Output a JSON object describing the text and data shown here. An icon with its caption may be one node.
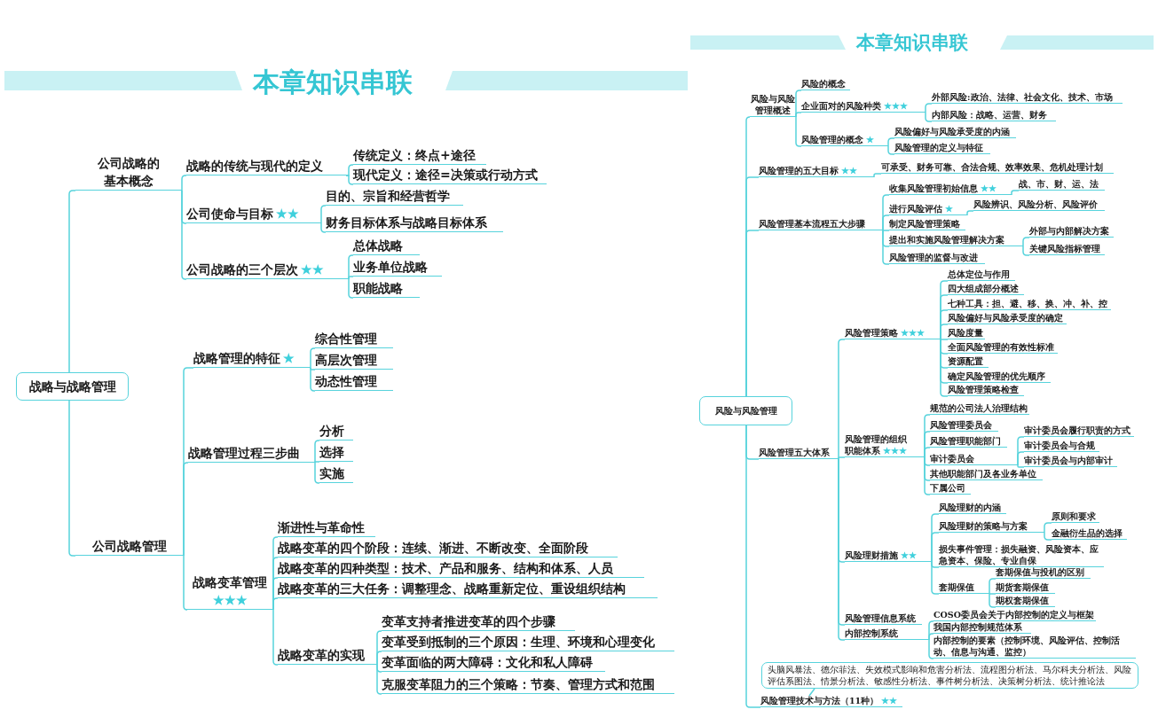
{
  "diagram": {
    "title": "本章知识串联",
    "nodes": [
      {
        "text": [
          "战略与战略管理"
        ]
      },
      {
        "text": [
          "公司战略的基本概念"
        ]
      },
      {
        "text": [
          "战略的传统与现代的定义"
        ]
      },
      {
        "text": [
          "传统定义：终点+途径"
        ]
      },
      {
        "text": [
          "现代定义：途径=决策或行动方式"
        ]
      },
      {
        "text": [
          "公司使命与目标",
          "★★"
        ]
      },
      {
        "text": [
          "目的、宗旨和经营哲学"
        ]
      },
      {
        "text": [
          "财务目标体系与战略目标体系"
        ]
      },
      {
        "text": [
          "公司战略的三个层次",
          "★★"
        ]
      },
      {
        "text": [
          "总体战略"
        ]
      },
      {
        "text": [
          "业务单位战略"
        ]
      },
      {
        "text": [
          "职能战略"
        ]
      },
      {
        "text": [
          "公司战略管理"
        ]
      },
      {
        "text": [
          "战略管理的特征",
          "★"
        ]
      },
      {
        "text": [
          "综合性管理"
        ]
      },
      {
        "text": [
          "高层次管理"
        ]
      },
      {
        "text": [
          "动态性管理"
        ]
      },
      {
        "text": [
          "战略管理过程三步曲"
        ]
      },
      {
        "text": [
          "分析"
        ]
      },
      {
        "text": [
          "选择"
        ]
      },
      {
        "text": [
          "实施"
        ]
      },
      {
        "text": [
          "战略变革管理",
          "★★★"
        ]
      },
      {
        "text": [
          "渐进性与革命性"
        ]
      },
      {
        "text": [
          "战略变革的四个阶段：连续、渐进、不断改变、全面阶段"
        ]
      },
      {
        "text": [
          "战略变革的四种类型：技术、产品和服务、结构和体系、人员"
        ]
      },
      {
        "text": [
          "战略变革的三大任务：调整理念、战略重新定位、重设组织结构"
        ]
      },
      {
        "text": [
          "战略变革的实现"
        ]
      },
      {
        "text": [
          "变革支持者推进变革的四个步骤"
        ]
      },
      {
        "text": [
          "变革受到抵制的三个原因：生理、环境和心理变化"
        ]
      },
      {
        "text": [
          "变革面临的两大障碍：文化和私人障碍"
        ]
      },
      {
        "text": [
          "克服变革阻力的三个策略：节奏、管理方式和范围"
        ]
      },
      {
        "text": [
          "风险与风险管理"
        ]
      },
      {
        "text": [
          "风险与风险管理概述"
        ]
      },
      {
        "text": [
          "风险的概念"
        ]
      },
      {
        "text": [
          "企业面对的风险种类",
          "★★★"
        ]
      },
      {
        "text": [
          "外部风险:政治、法律、社会文化、技术、市场"
        ]
      },
      {
        "text": [
          "内部风险：战略、运营、财务"
        ]
      },
      {
        "text": [
          "风险管理的概念",
          "★"
        ]
      },
      {
        "text": [
          "风险偏好与风险承受度的内涵"
        ]
      },
      {
        "text": [
          "风险管理的定义与特征"
        ]
      },
      {
        "text": [
          "风险管理的五大目标",
          "★★"
        ]
      },
      {
        "text": [
          "可承受、财务可靠、合法合规、效率效果、危机处理计划"
        ]
      },
      {
        "text": [
          "风险管理基本流程五大步骤"
        ]
      },
      {
        "text": [
          "收集风险管理初始信息",
          "★★"
        ]
      },
      {
        "text": [
          "战、市、财、运、法"
        ]
      },
      {
        "text": [
          "进行风险评估",
          "★"
        ]
      },
      {
        "text": [
          "风险辨识、风险分析、风险评价"
        ]
      },
      {
        "text": [
          "制定风险管理策略"
        ]
      },
      {
        "text": [
          "提出和实施风险管理解决方案"
        ]
      },
      {
        "text": [
          "外部与内部解决方案"
        ]
      },
      {
        "text": [
          "关键风险指标管理"
        ]
      },
      {
        "text": [
          "风险管理的监督与改进"
        ]
      },
      {
        "text": [
          "风险管理五大体系"
        ]
      },
      {
        "text": [
          "风险管理策略",
          "★★★"
        ]
      },
      {
        "text": [
          "总体定位与作用"
        ]
      },
      {
        "text": [
          "四大组成部分概述"
        ]
      },
      {
        "text": [
          "七种工具：担、避、移、换、冲、补、控"
        ]
      },
      {
        "text": [
          "风险偏好与风险承受度的确定"
        ]
      },
      {
        "text": [
          "风险度量"
        ]
      },
      {
        "text": [
          "全面风险管理的有效性标准"
        ]
      },
      {
        "text": [
          "资源配置"
        ]
      },
      {
        "text": [
          "确定风险管理的优先顺序"
        ]
      },
      {
        "text": [
          "风险管理策略检查"
        ]
      },
      {
        "text": [
          "风险管理的组织职能体系",
          "★★★"
        ]
      },
      {
        "text": [
          "规范的公司法人治理结构"
        ]
      },
      {
        "text": [
          "风险管理委员会"
        ]
      },
      {
        "text": [
          "风险管理职能部门"
        ]
      },
      {
        "text": [
          "审计委员会"
        ]
      },
      {
        "text": [
          "审计委员会履行职责的方式"
        ]
      },
      {
        "text": [
          "审计委员会与合规"
        ]
      },
      {
        "text": [
          "审计委员会与内部审计"
        ]
      },
      {
        "text": [
          "其他职能部门及各业务单位"
        ]
      },
      {
        "text": [
          "下属公司"
        ]
      },
      {
        "text": [
          "风险理财措施",
          "★★"
        ]
      },
      {
        "text": [
          "风险理财的内涵"
        ]
      },
      {
        "text": [
          "风险理财的策略与方案"
        ]
      },
      {
        "text": [
          "原则和要求"
        ]
      },
      {
        "text": [
          "金融衍生品的选择"
        ]
      },
      {
        "text": [
          "损失事件管理：损失融资、风险资本、应急资本、保险、专业自保"
        ]
      },
      {
        "text": [
          "套期保值"
        ]
      },
      {
        "text": [
          "套期保值与投机的区别"
        ]
      },
      {
        "text": [
          "期货套期保值"
        ]
      },
      {
        "text": [
          "期权套期保值"
        ]
      },
      {
        "text": [
          "风险管理信息系统"
        ]
      },
      {
        "text": [
          "内部控制系统"
        ]
      },
      {
        "text": [
          "COSO委员会关于内部控制的定义与框架"
        ]
      },
      {
        "text": [
          "我国内部控制规范体系"
        ]
      },
      {
        "text": [
          "内部控制的要素（控制环境、风险评估、控制活动、信息与沟通、监控）"
        ]
      },
      {
        "text": [
          "风险管理技术与方法（11种）",
          "★★"
        ]
      },
      {
        "text": [
          "头脑风暴法、德尔菲法、失效模式影响和危害分析法、流程图分析法、马尔科夫分析法、风险评估系图法、情景分析法、敏感性分析法、事件树分析法、决策树分析法、统计推论法"
        ]
      }
    ],
    "edges": [
      {
        "from": 0,
        "to": 1,
        "arrow": "none"
      },
      {
        "from": 1,
        "to": 2,
        "arrow": "none"
      },
      {
        "from": 2,
        "to": 3,
        "arrow": "none"
      },
      {
        "from": 2,
        "to": 4,
        "arrow": "none"
      },
      {
        "from": 1,
        "to": 5,
        "arrow": "none"
      },
      {
        "from": 5,
        "to": 6,
        "arrow": "none"
      },
      {
        "from": 5,
        "to": 7,
        "arrow": "none"
      },
      {
        "from": 1,
        "to": 8,
        "arrow": "none"
      },
      {
        "from": 8,
        "to": 9,
        "arrow": "none"
      },
      {
        "from": 8,
        "to": 10,
        "arrow": "none"
      },
      {
        "from": 8,
        "to": 11,
        "arrow": "none"
      },
      {
        "from": 0,
        "to": 12,
        "arrow": "none"
      },
      {
        "from": 12,
        "to": 13,
        "arrow": "none"
      },
      {
        "from": 13,
        "to": 14,
        "arrow": "none"
      },
      {
        "from": 13,
        "to": 15,
        "arrow": "none"
      },
      {
        "from": 13,
        "to": 16,
        "arrow": "none"
      },
      {
        "from": 12,
        "to": 17,
        "arrow": "none"
      },
      {
        "from": 17,
        "to": 18,
        "arrow": "none"
      },
      {
        "from": 17,
        "to": 19,
        "arrow": "none"
      },
      {
        "from": 17,
        "to": 20,
        "arrow": "none"
      },
      {
        "from": 12,
        "to": 21,
        "arrow": "none"
      },
      {
        "from": 21,
        "to": 22,
        "arrow": "none"
      },
      {
        "from": 21,
        "to": 23,
        "arrow": "none"
      },
      {
        "from": 21,
        "to": 24,
        "arrow": "none"
      },
      {
        "from": 21,
        "to": 25,
        "arrow": "none"
      },
      {
        "from": 21,
        "to": 26,
        "arrow": "none"
      },
      {
        "from": 26,
        "to": 27,
        "arrow": "none"
      },
      {
        "from": 26,
        "to": 28,
        "arrow": "none"
      },
      {
        "from": 26,
        "to": 29,
        "arrow": "none"
      },
      {
        "from": 26,
        "to": 30,
        "arrow": "none"
      },
      {
        "from": 31,
        "to": 32,
        "arrow": "none"
      },
      {
        "from": 32,
        "to": 33,
        "arrow": "none"
      },
      {
        "from": 32,
        "to": 34,
        "arrow": "none"
      },
      {
        "from": 34,
        "to": 35,
        "arrow": "none"
      },
      {
        "from": 34,
        "to": 36,
        "arrow": "none"
      },
      {
        "from": 32,
        "to": 37,
        "arrow": "none"
      },
      {
        "from": 37,
        "to": 38,
        "arrow": "none"
      },
      {
        "from": 37,
        "to": 39,
        "arrow": "none"
      },
      {
        "from": 31,
        "to": 40,
        "arrow": "none"
      },
      {
        "from": 40,
        "to": 41,
        "arrow": "none"
      },
      {
        "from": 31,
        "to": 42,
        "arrow": "none"
      },
      {
        "from": 42,
        "to": 43,
        "arrow": "none"
      },
      {
        "from": 43,
        "to": 44,
        "arrow": "none"
      },
      {
        "from": 42,
        "to": 45,
        "arrow": "none"
      },
      {
        "from": 45,
        "to": 46,
        "arrow": "none"
      },
      {
        "from": 42,
        "to": 47,
        "arrow": "none"
      },
      {
        "from": 42,
        "to": 48,
        "arrow": "none"
      },
      {
        "from": 48,
        "to": 49,
        "arrow": "none"
      },
      {
        "from": 48,
        "to": 50,
        "arrow": "none"
      },
      {
        "from": 42,
        "to": 51,
        "arrow": "none"
      },
      {
        "from": 31,
        "to": 52,
        "arrow": "none"
      },
      {
        "from": 52,
        "to": 53,
        "arrow": "none"
      },
      {
        "from": 53,
        "to": 54,
        "arrow": "none"
      },
      {
        "from": 53,
        "to": 55,
        "arrow": "none"
      },
      {
        "from": 53,
        "to": 56,
        "arrow": "none"
      },
      {
        "from": 53,
        "to": 57,
        "arrow": "none"
      },
      {
        "from": 53,
        "to": 58,
        "arrow": "none"
      },
      {
        "from": 53,
        "to": 59,
        "arrow": "none"
      },
      {
        "from": 53,
        "to": 60,
        "arrow": "none"
      },
      {
        "from": 53,
        "to": 61,
        "arrow": "none"
      },
      {
        "from": 53,
        "to": 62,
        "arrow": "none"
      },
      {
        "from": 52,
        "to": 63,
        "arrow": "none"
      },
      {
        "from": 63,
        "to": 64,
        "arrow": "none"
      },
      {
        "from": 63,
        "to": 65,
        "arrow": "none"
      },
      {
        "from": 63,
        "to": 66,
        "arrow": "none"
      },
      {
        "from": 63,
        "to": 67,
        "arrow": "none"
      },
      {
        "from": 67,
        "to": 68,
        "arrow": "none"
      },
      {
        "from": 67,
        "to": 69,
        "arrow": "none"
      },
      {
        "from": 67,
        "to": 70,
        "arrow": "none"
      },
      {
        "from": 63,
        "to": 71,
        "arrow": "none"
      },
      {
        "from": 63,
        "to": 72,
        "arrow": "none"
      },
      {
        "from": 52,
        "to": 73,
        "arrow": "none"
      },
      {
        "from": 73,
        "to": 74,
        "arrow": "none"
      },
      {
        "from": 73,
        "to": 75,
        "arrow": "none"
      },
      {
        "from": 75,
        "to": 76,
        "arrow": "none"
      },
      {
        "from": 75,
        "to": 77,
        "arrow": "none"
      },
      {
        "from": 73,
        "to": 78,
        "arrow": "none"
      },
      {
        "from": 73,
        "to": 79,
        "arrow": "none"
      },
      {
        "from": 79,
        "to": 80,
        "arrow": "none"
      },
      {
        "from": 79,
        "to": 81,
        "arrow": "none"
      },
      {
        "from": 79,
        "to": 82,
        "arrow": "none"
      },
      {
        "from": 52,
        "to": 83,
        "arrow": "none"
      },
      {
        "from": 52,
        "to": 84,
        "arrow": "none"
      },
      {
        "from": 84,
        "to": 85,
        "arrow": "none"
      },
      {
        "from": 84,
        "to": 86,
        "arrow": "none"
      },
      {
        "from": 84,
        "to": 87,
        "arrow": "none"
      },
      {
        "from": 31,
        "to": 88,
        "arrow": "none"
      },
      {
        "from": 88,
        "to": 89,
        "arrow": "none"
      }
    ],
    "labels": [
      "本章知识串联"
    ]
  }
}
